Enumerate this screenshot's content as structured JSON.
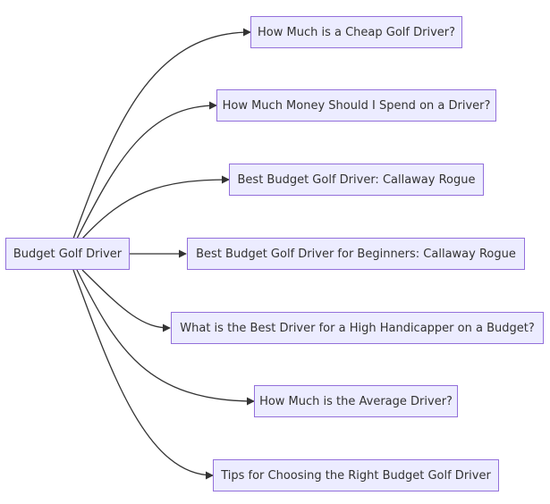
{
  "diagram": {
    "root": {
      "id": "root",
      "label": "Budget Golf Driver"
    },
    "children": [
      {
        "id": "c1",
        "label": "How Much is a Cheap Golf Driver?"
      },
      {
        "id": "c2",
        "label": "How Much Money Should I Spend on a Driver?"
      },
      {
        "id": "c3",
        "label": "Best Budget Golf Driver: Callaway Rogue"
      },
      {
        "id": "c4",
        "label": "Best Budget Golf Driver for Beginners: Callaway Rogue"
      },
      {
        "id": "c5",
        "label": "What is the Best Driver for a High Handicapper on a Budget?"
      },
      {
        "id": "c6",
        "label": "How Much is the Average Driver?"
      },
      {
        "id": "c7",
        "label": "Tips for Choosing the Right Budget Golf Driver"
      }
    ]
  },
  "colors": {
    "node_fill": "#ECECFF",
    "node_border": "#9370DB",
    "edge": "#333333",
    "text": "#333333"
  }
}
